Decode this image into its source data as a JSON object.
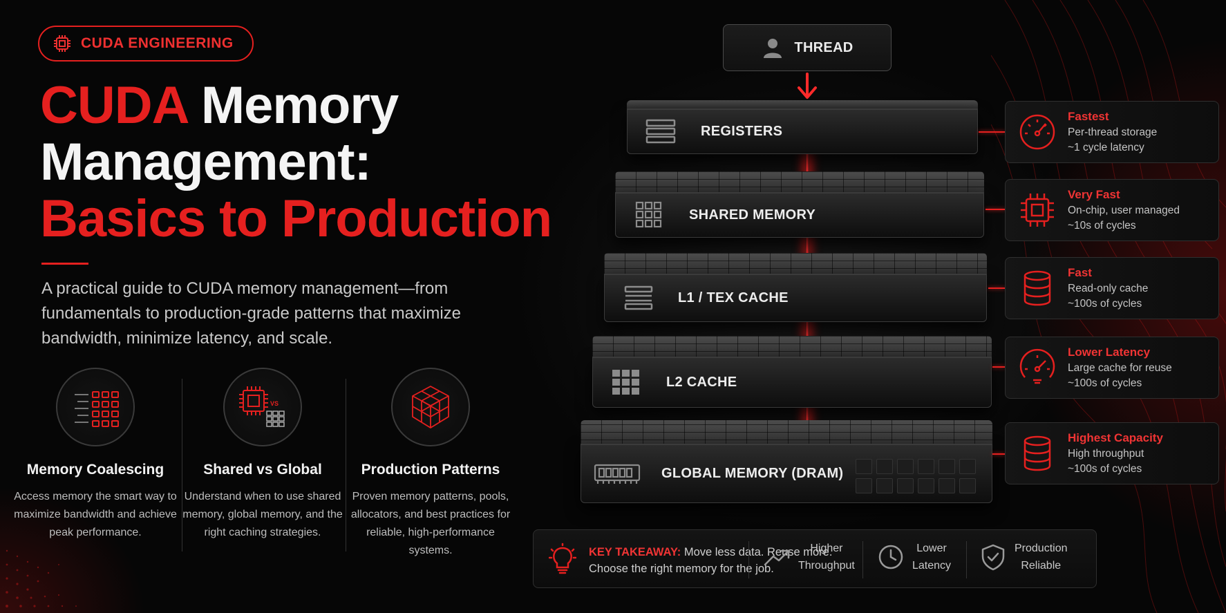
{
  "badge": {
    "label": "CUDA ENGINEERING",
    "icon": "chip-icon"
  },
  "title": {
    "line1_red": "CUDA",
    "line1_white": " Memory",
    "line2": "Management:",
    "line3": "Basics to Production"
  },
  "description": "A practical guide to CUDA memory management—from fundamentals to production-grade patterns that maximize bandwidth, minimize latency, and scale.",
  "features": [
    {
      "title": "Memory Coalescing",
      "text": "Access memory the smart way to maximize bandwidth and achieve peak performance.",
      "icon": "coalescing-icon"
    },
    {
      "title": "Shared vs Global",
      "text": "Understand when to use shared memory, global memory, and the right caching strategies.",
      "icon": "chip-vs-grid-icon",
      "vs_label": "VS"
    },
    {
      "title": "Production Patterns",
      "text": "Proven memory patterns, pools, allocators, and best practices for reliable, high-performance systems.",
      "icon": "cube-network-icon"
    }
  ],
  "stack": {
    "thread_label": "THREAD",
    "layers": [
      {
        "label": "REGISTERS",
        "icon": "registers-icon"
      },
      {
        "label": "SHARED MEMORY",
        "icon": "grid-icon"
      },
      {
        "label": "L1 / TEX CACHE",
        "icon": "cache-lines-icon"
      },
      {
        "label": "L2 CACHE",
        "icon": "grid-icon"
      },
      {
        "label": "GLOBAL MEMORY (DRAM)",
        "icon": "ram-module-icon"
      }
    ]
  },
  "cards": [
    {
      "title": "Fastest",
      "line1": "Per-thread storage",
      "line2": "~1 cycle latency",
      "icon": "speedometer-icon"
    },
    {
      "title": "Very Fast",
      "line1": "On-chip, user managed",
      "line2": "~10s of cycles",
      "icon": "chip-icon"
    },
    {
      "title": "Fast",
      "line1": "Read-only cache",
      "line2": "~100s of cycles",
      "icon": "database-icon"
    },
    {
      "title": "Lower Latency",
      "line1": "Large cache for reuse",
      "line2": "~100s of cycles",
      "icon": "speedometer-icon"
    },
    {
      "title": "Highest Capacity",
      "line1": "High throughput",
      "line2": "~100s of cycles",
      "icon": "database-icon"
    }
  ],
  "takeaway": {
    "label": "KEY TAKEAWAY:",
    "line1": " Move less data. Reuse more.",
    "line2": "Choose the right memory for the job.",
    "items": [
      {
        "line1": "Higher",
        "line2": "Throughput",
        "icon": "trend-up-icon"
      },
      {
        "line1": "Lower",
        "line2": "Latency",
        "icon": "clock-icon"
      },
      {
        "line1": "Production",
        "line2": "Reliable",
        "icon": "shield-check-icon"
      }
    ]
  },
  "colors": {
    "accent": "#e5201f",
    "background": "#060606",
    "text": "#eeeeee"
  }
}
